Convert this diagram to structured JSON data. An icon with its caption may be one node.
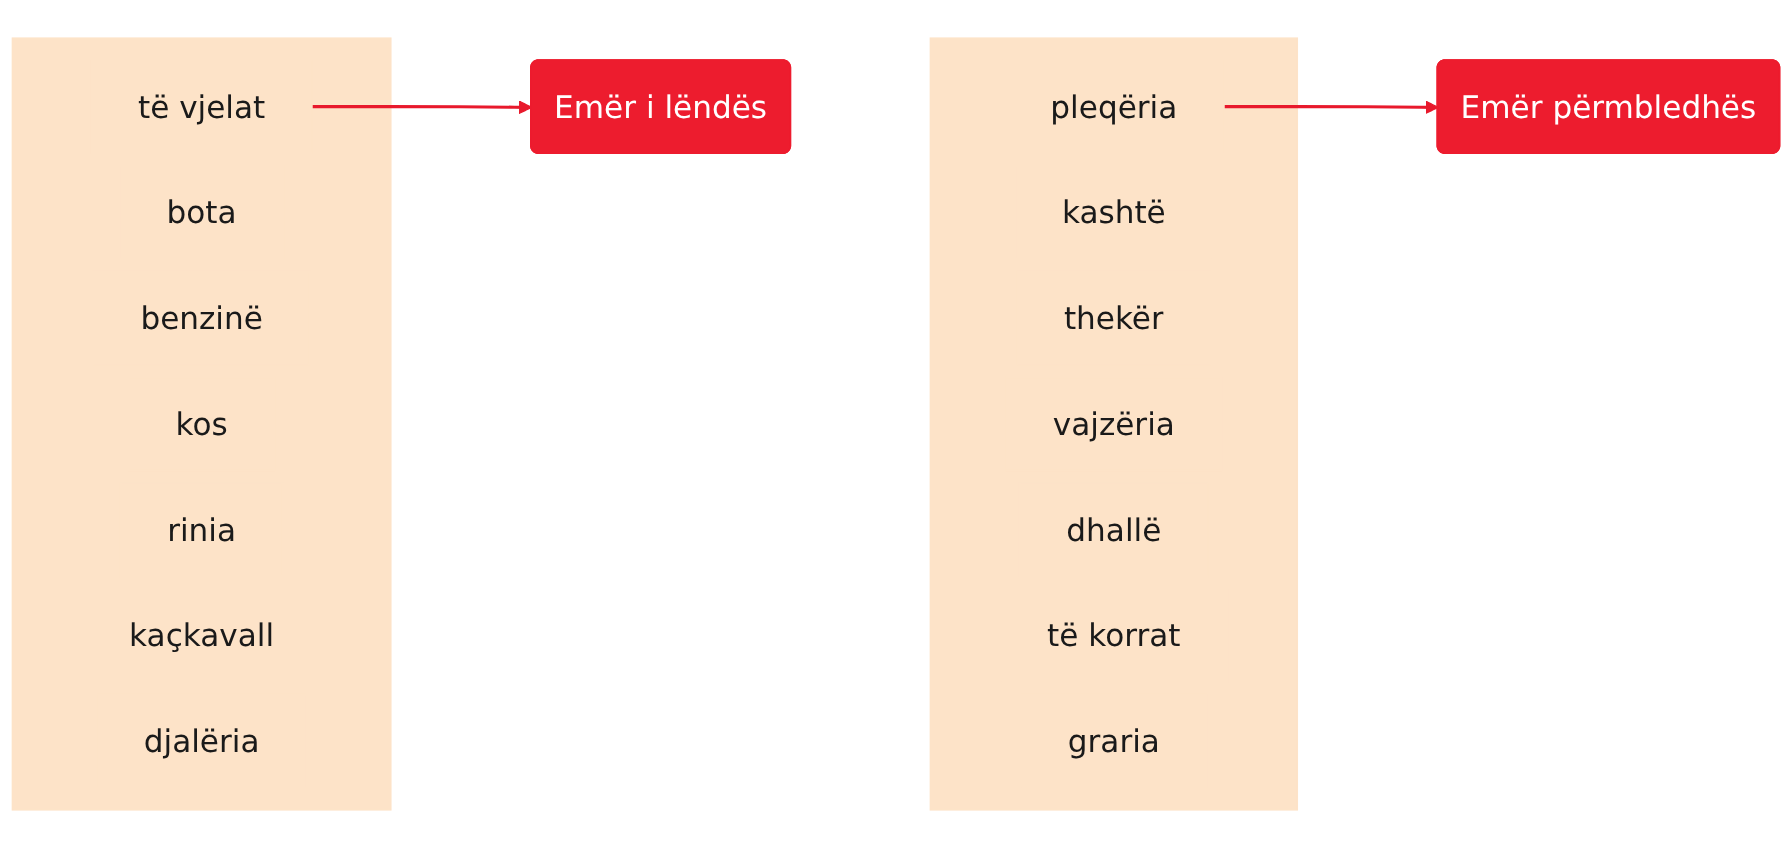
{
  "diagram": {
    "nodes": [
      {
        "text": [],
        "shape": "bar"
      },
      {
        "text": [
          "të vjelat"
        ],
        "in": 0
      },
      {
        "text": [
          "bota"
        ],
        "in": 0
      },
      {
        "text": [
          "benzinë"
        ],
        "in": 0
      },
      {
        "text": [
          "kos"
        ],
        "in": 0
      },
      {
        "text": [
          "rinia"
        ],
        "in": 0
      },
      {
        "text": [
          "kaçkavall"
        ],
        "in": 0
      },
      {
        "text": [
          "djalëria"
        ],
        "in": 0
      },
      {
        "text": [
          "Emër përmbledhës"
        ]
      },
      {
        "text": [
          "Emër i lëndës"
        ]
      },
      {
        "text": [],
        "shape": "bar"
      },
      {
        "text": [
          "pleqëria"
        ],
        "in": 10
      },
      {
        "text": [
          "kashtë"
        ],
        "in": 10
      },
      {
        "text": [
          "thekër"
        ],
        "in": 10
      },
      {
        "text": [
          "vajzëria"
        ],
        "in": 10
      },
      {
        "text": [
          "dhallë"
        ],
        "in": 10
      },
      {
        "text": [
          "të korrat"
        ],
        "in": 10
      },
      {
        "text": [
          "graria"
        ],
        "in": 10
      }
    ],
    "edges": [
      {
        "from": 1,
        "to": 9,
        "arrow": "to"
      },
      {
        "from": 11,
        "to": 8,
        "arrow": "to"
      }
    ]
  }
}
